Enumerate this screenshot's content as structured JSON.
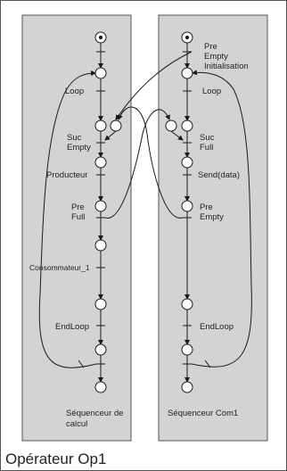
{
  "diagram": {
    "caption": "Opérateur Op1",
    "left_lane": {
      "title_line1": "Séquenceur de",
      "title_line2": "calcul",
      "labels": {
        "loop": "Loop",
        "suc_empty_1": "Suc",
        "suc_empty_2": "Empty",
        "producteur": "Producteur",
        "pre_full_1": "Pre",
        "pre_full_2": "Full",
        "consommateur": "Consommateur_1",
        "endloop": "EndLoop"
      }
    },
    "right_lane": {
      "title": "Séquenceur Com1",
      "labels": {
        "pre_empty_init_1": "Pre",
        "pre_empty_init_2": "Empty",
        "pre_empty_init_3": "Initialisation",
        "loop": "Loop",
        "suc_full_1": "Suc",
        "suc_full_2": "Full",
        "send": "Send(data)",
        "pre_empty_1": "Pre",
        "pre_empty_2": "Empty",
        "endloop": "EndLoop"
      }
    },
    "colors": {
      "lane_fill": "#d3d3d3",
      "stroke": "#1a1a1a",
      "frame": "#555555"
    }
  }
}
